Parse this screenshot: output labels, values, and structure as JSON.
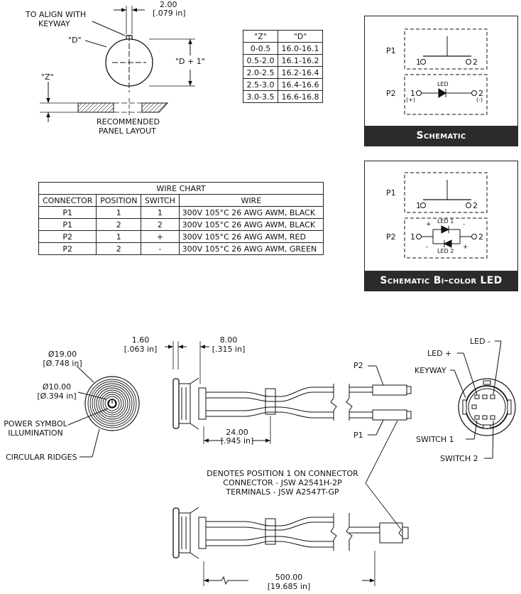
{
  "panel_layout": {
    "dim_top": "2.00",
    "dim_top_in": "[.079 in]",
    "align_note_1": "TO ALIGN WITH",
    "align_note_2": "KEYWAY",
    "label_d": "\"D\"",
    "label_d1": "\"D + 1\"",
    "label_z": "\"Z\"",
    "caption_1": "RECOMMENDED",
    "caption_2": "PANEL LAYOUT"
  },
  "zd_table": {
    "headers": [
      "\"Z\"",
      "\"D\""
    ],
    "rows": [
      [
        "0-0.5",
        "16.0-16.1"
      ],
      [
        "0.5-2.0",
        "16.1-16.2"
      ],
      [
        "2.0-2.5",
        "16.2-16.4"
      ],
      [
        "2.5-3.0",
        "16.4-16.6"
      ],
      [
        "3.0-3.5",
        "16.6-16.8"
      ]
    ]
  },
  "wire_chart": {
    "title": "WIRE CHART",
    "headers": [
      "CONNECTOR",
      "POSITION",
      "SWITCH",
      "WIRE"
    ],
    "rows": [
      [
        "P1",
        "1",
        "1",
        "300V 105°C 26 AWG AWM, BLACK"
      ],
      [
        "P1",
        "2",
        "2",
        "300V 105°C 26 AWG AWM, BLACK"
      ],
      [
        "P2",
        "1",
        "+",
        "300V 105°C 26 AWG AWM, RED"
      ],
      [
        "P2",
        "2",
        "-",
        "300V 105°C 26 AWG AWM, GREEN"
      ]
    ]
  },
  "schematic": {
    "title": "Schematic",
    "p1": "P1",
    "p2": "P2",
    "pin1": "1",
    "pin2": "2",
    "led": "LED",
    "plus": "(+)",
    "minus": "(-)"
  },
  "schematic_bicolor": {
    "title": "Schematic Bi-color LED",
    "p1": "P1",
    "p2": "P2",
    "pin1": "1",
    "pin2": "2",
    "led1": "LED 1",
    "led2": "LED 2",
    "plus": "+",
    "minus": "-"
  },
  "front_view": {
    "dia_outer": "Ø19.00",
    "dia_outer_in": "[Ø.748 in]",
    "dia_inner": "Ø10.00",
    "dia_inner_in": "[Ø.394 in]",
    "power_1": "POWER SYMBOL",
    "power_2": "ILLUMINATION",
    "ridges": "CIRCULAR RIDGES"
  },
  "side_view": {
    "dim_a": "1.60",
    "dim_a_in": "[.063 in]",
    "dim_b": "8.00",
    "dim_b_in": "[.315 in]",
    "dim_c": "24.00",
    "dim_c_in": "[.945 in]",
    "p1": "P1",
    "p2": "P2",
    "dim_len": "500.00",
    "dim_len_in": "[19.685 in]"
  },
  "connector_note": {
    "line1": "DENOTES POSITION 1 ON CONNECTOR",
    "line2": "CONNECTOR - JSW A2541H-2P",
    "line3": "TERMINALS - JSW A2547T-GP"
  },
  "rear_view": {
    "led_minus": "LED -",
    "led_plus": "LED +",
    "keyway": "KEYWAY",
    "switch1": "SWITCH 1",
    "switch2": "SWITCH 2"
  }
}
